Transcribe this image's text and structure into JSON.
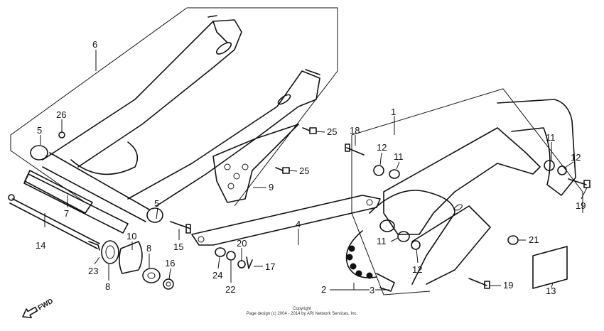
{
  "callouts": [
    {
      "id": "c1",
      "label": "1"
    },
    {
      "id": "c2",
      "label": "2"
    },
    {
      "id": "c3",
      "label": "3"
    },
    {
      "id": "c4",
      "label": "4"
    },
    {
      "id": "c5a",
      "label": "5"
    },
    {
      "id": "c5b",
      "label": "5"
    },
    {
      "id": "c6",
      "label": "6"
    },
    {
      "id": "c7",
      "label": "7"
    },
    {
      "id": "c8a",
      "label": "8"
    },
    {
      "id": "c8b",
      "label": "8"
    },
    {
      "id": "c9",
      "label": "9"
    },
    {
      "id": "c10",
      "label": "10"
    },
    {
      "id": "c11a",
      "label": "11"
    },
    {
      "id": "c11b",
      "label": "11"
    },
    {
      "id": "c11c",
      "label": "11"
    },
    {
      "id": "c12a",
      "label": "12"
    },
    {
      "id": "c12b",
      "label": "12"
    },
    {
      "id": "c12c",
      "label": "12"
    },
    {
      "id": "c13",
      "label": "13"
    },
    {
      "id": "c14",
      "label": "14"
    },
    {
      "id": "c15",
      "label": "15"
    },
    {
      "id": "c16",
      "label": "16"
    },
    {
      "id": "c17",
      "label": "17"
    },
    {
      "id": "c18",
      "label": "18"
    },
    {
      "id": "c19a",
      "label": "19"
    },
    {
      "id": "c19b",
      "label": "19"
    },
    {
      "id": "c20",
      "label": "20"
    },
    {
      "id": "c21",
      "label": "21"
    },
    {
      "id": "c22",
      "label": "22"
    },
    {
      "id": "c23",
      "label": "23"
    },
    {
      "id": "c24",
      "label": "24"
    },
    {
      "id": "c25a",
      "label": "25"
    },
    {
      "id": "c25b",
      "label": "25"
    },
    {
      "id": "c26",
      "label": "26"
    }
  ],
  "fwd_label": "FWD",
  "copyright": {
    "line1": "Copyright",
    "line2": "Page design (c) 2004 - 2014 by ARI Network Services, Inc."
  }
}
